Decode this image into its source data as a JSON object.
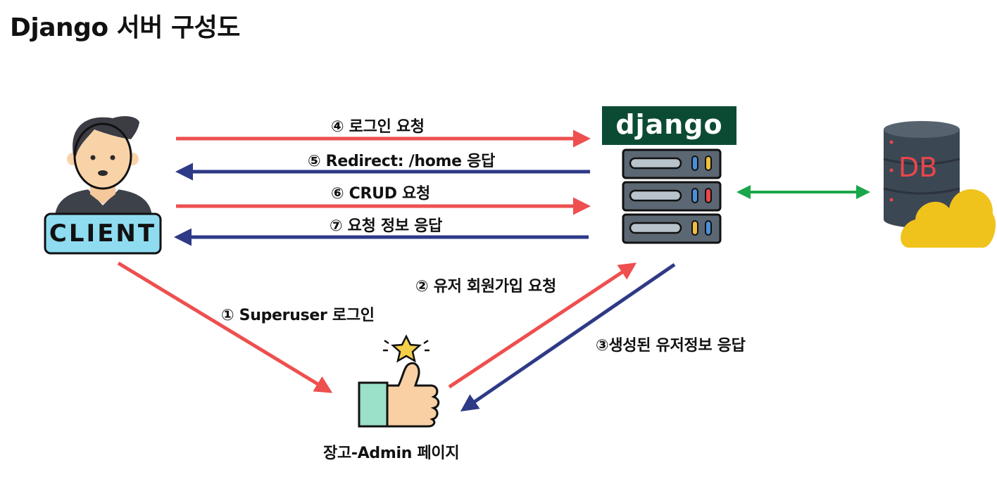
{
  "title": "Django 서버 구성도",
  "nodes": {
    "client": "CLIENT",
    "django": "django",
    "db": "DB",
    "admin": "장고-Admin 페이지"
  },
  "arrows": {
    "a4": "④ 로그인 요청",
    "a5": "⑤ Redirect: /home 응답",
    "a6": "⑥ CRUD 요청",
    "a7": "⑦ 요청 정보 응답",
    "a1": "① Superuser 로그인",
    "a2": "② 유저 회원가입 요청",
    "a3": "③생성된 유저정보 응답"
  },
  "colors": {
    "request": "#ee4f4f",
    "response": "#2e3a87",
    "db_link": "#1aa64b"
  }
}
